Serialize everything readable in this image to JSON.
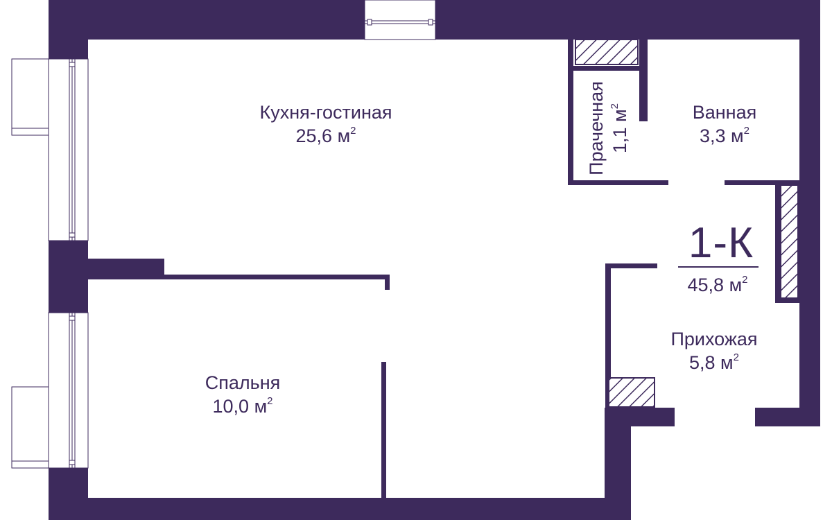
{
  "plan": {
    "wall_color": "#3d2a5c",
    "background": "#ffffff",
    "apartment_type": "1-К",
    "total_area": "45,8 м",
    "area_unit_sup": "2",
    "rooms": [
      {
        "key": "kitchen",
        "name": "Кухня-гостиная",
        "area": "25,6 м",
        "sup": "2"
      },
      {
        "key": "laundry",
        "name": "Прачечная",
        "area": "1,1 м",
        "sup": "2"
      },
      {
        "key": "bath",
        "name": "Ванная",
        "area": "3,3 м",
        "sup": "2"
      },
      {
        "key": "hall",
        "name": "Прихожая",
        "area": "5,8 м",
        "sup": "2"
      },
      {
        "key": "bedroom",
        "name": "Спальня",
        "area": "10,0 м",
        "sup": "2"
      }
    ]
  }
}
